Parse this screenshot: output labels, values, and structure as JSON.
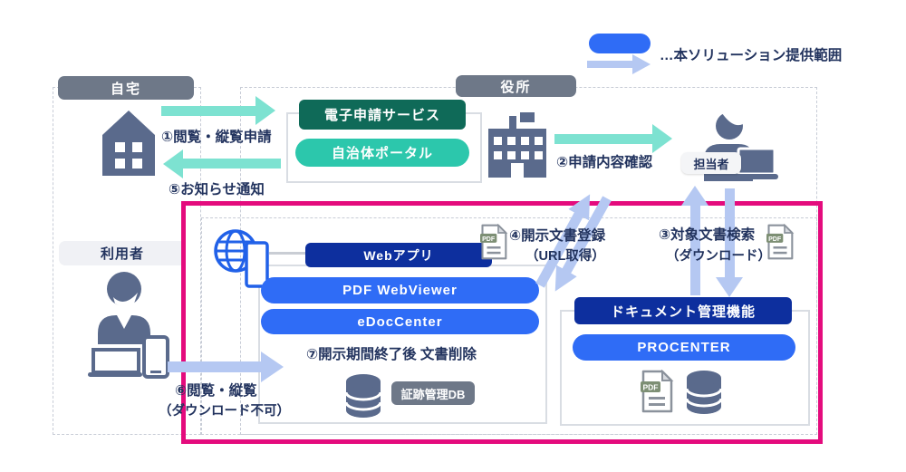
{
  "legend": {
    "label": "…本ソリューション提供範囲"
  },
  "regions": {
    "home": "自宅",
    "office": "役所",
    "user": "利用者",
    "staff": "担当者"
  },
  "flows": {
    "f1": "①閲覧・縦覧申請",
    "f2": "②申請内容確認",
    "f3a": "③対象文書検索",
    "f3b": "（ダウンロード）",
    "f4a": "④開示文書登録",
    "f4b": "（URL取得）",
    "f5": "⑤お知らせ通知",
    "f6a": "⑥閲覧・縦覧",
    "f6b": "（ダウンロード不可）",
    "f7": "⑦開示期間終了後 文書削除"
  },
  "systems": {
    "eapp": {
      "title": "電子申請サービス",
      "portal": "自治体ポータル"
    },
    "webapp": {
      "title": "Webアプリ",
      "viewer": "PDF WebViewer",
      "edoc": "eDocCenter",
      "db_label": "証跡管理DB"
    },
    "docmgmt": {
      "title": "ドキュメント管理機能",
      "product": "PROCENTER"
    }
  },
  "misc": {
    "pdf_badge": "PDF"
  },
  "colors": {
    "scope_pink": "#e40b7d",
    "primary_blue": "#2f6cf6",
    "navy": "#0d2f9e",
    "teal": "#2cc7ac",
    "dark_green": "#0f6a58",
    "teal_arrow": "#7de2d1",
    "blue_arrow": "#b5c8f2",
    "slate_icon": "#5a6a8c"
  }
}
